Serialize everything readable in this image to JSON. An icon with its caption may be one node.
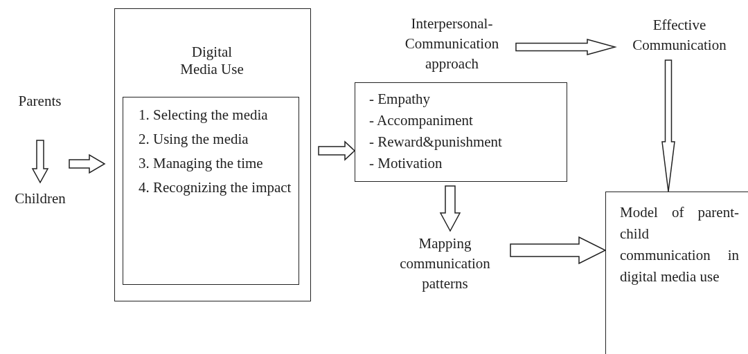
{
  "diagram": {
    "nodes": [
      {
        "text": [
          "Parents"
        ]
      },
      {
        "text": [
          "Children"
        ]
      },
      {
        "text": [
          "Digital Media Use"
        ]
      },
      {
        "text": [
          "1. Selecting the media",
          "2. Using the media",
          "3. Managing the time",
          "4. Recognizing the impact"
        ],
        "in": 2
      },
      {
        "text": [
          "Interpersonal-Communication approach"
        ]
      },
      {
        "text": [
          "- Empathy",
          "- Accompaniment",
          "- Reward&punishment",
          "- Motivation"
        ]
      },
      {
        "text": [
          "Effective Communication"
        ]
      },
      {
        "text": [
          "Mapping communication patterns"
        ]
      },
      {
        "text": [
          "Model of parent-child communication in digital media use"
        ]
      }
    ],
    "edges": [
      {
        "from": 0,
        "to": 1,
        "arrow": "to"
      },
      {
        "from": null,
        "to": 2,
        "arrow": "to"
      },
      {
        "from": 2,
        "to": 5,
        "arrow": "to"
      },
      {
        "from": 4,
        "to": 6,
        "arrow": "to"
      },
      {
        "from": 6,
        "to": 8,
        "arrow": "to"
      },
      {
        "from": 5,
        "to": 7,
        "arrow": "to"
      },
      {
        "from": 7,
        "to": 8,
        "arrow": "to"
      }
    ]
  }
}
